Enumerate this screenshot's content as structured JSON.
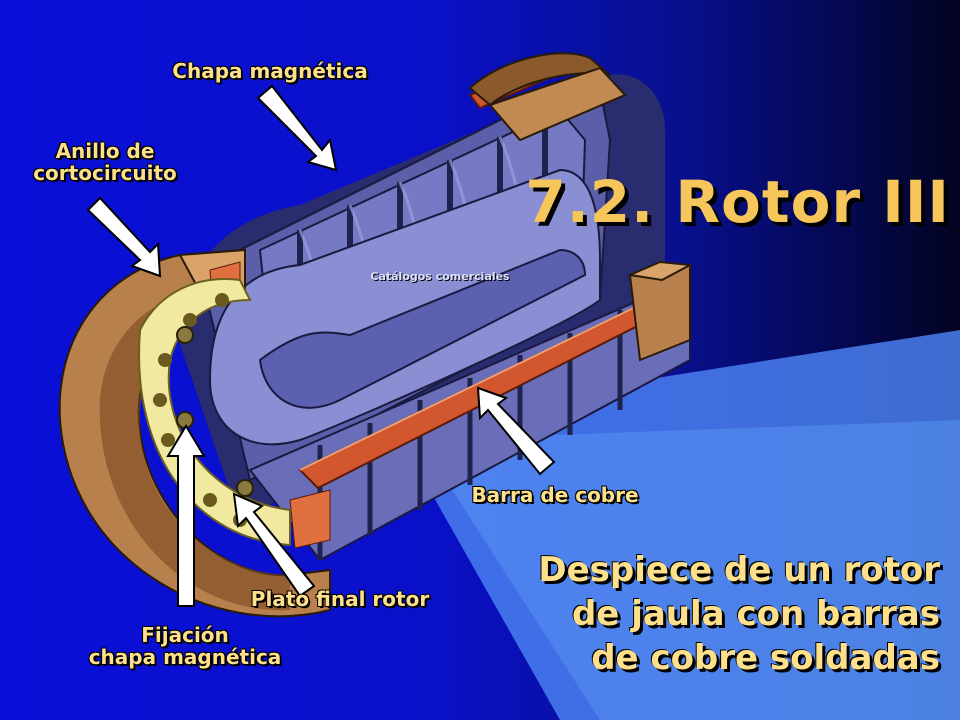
{
  "title": "7.2. Rotor III",
  "caption": "Despiece de un rotor\nde jaula con barras\nde cobre soldadas",
  "source": "Catálogos comerciales",
  "labels": {
    "chapa_magnetica": "Chapa magnética",
    "anillo": "Anillo de\ncortocircuito",
    "barra": "Barra de cobre",
    "plato": "Plato final rotor",
    "fijacion": "Fijación\nchapa magnética"
  },
  "colors": {
    "background": "#0a0fd8",
    "label_text": "#ffe08a",
    "title_text": "#f6c65a",
    "steel": "#6f72b8",
    "copper": "#d2572f",
    "ring": "#b8804c",
    "end_plate": "#f2e9a0"
  }
}
